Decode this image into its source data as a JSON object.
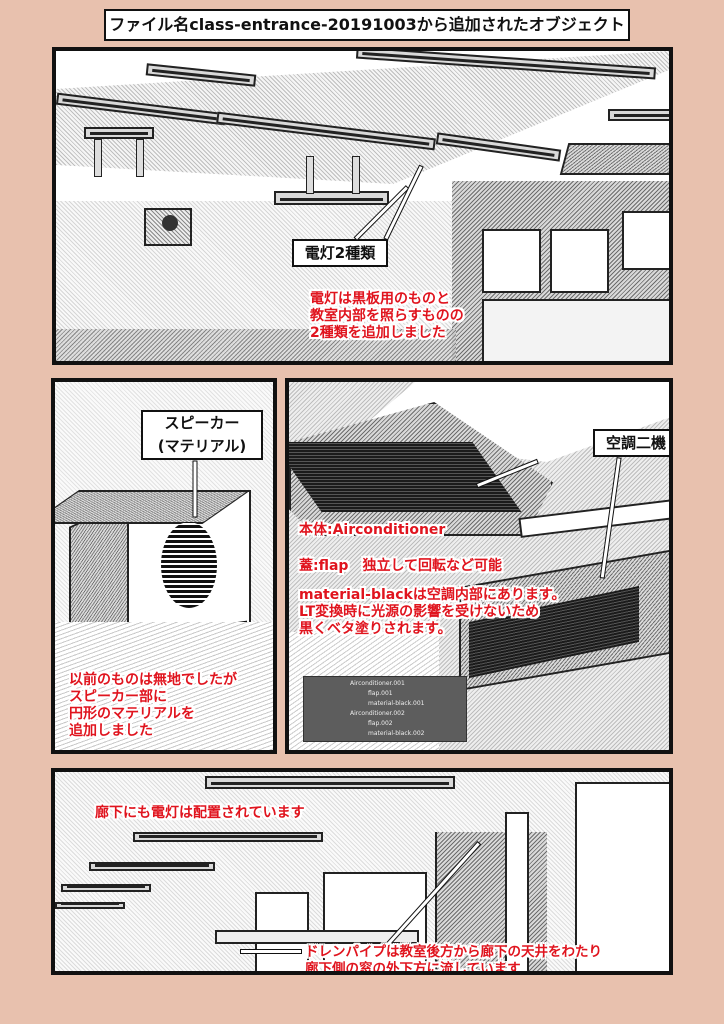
{
  "title": "ファイル名class-entrance-20191003から追加されたオブジェクト",
  "panel1": {
    "label": "電灯2種類",
    "note": [
      "電灯は黒板用のものと",
      "教室内部を照らすものの",
      "2種類を追加しました"
    ]
  },
  "panel2": {
    "label_line1": "スピーカー",
    "label_line2": "(マテリアル)",
    "note": [
      "以前のものは無地でしたが",
      "スピーカー部に",
      "円形のマテリアルを",
      "追加しました"
    ]
  },
  "panel3": {
    "label": "空調二機",
    "note_body": "本体:Airconditioner",
    "note_flap": "蓋:flap　独立して回転など可能",
    "note_material": [
      "material-blackは空調内部にあります。",
      "LT変換時に光源の影響を受けないため",
      "黒くベタ塗りされます。"
    ],
    "outliner": [
      {
        "name": "Airconditioner.001",
        "indent": 0
      },
      {
        "name": "flap.001",
        "indent": 1
      },
      {
        "name": "material-black.001",
        "indent": 1
      },
      {
        "name": "Airconditioner.002",
        "indent": 0
      },
      {
        "name": "flap.002",
        "indent": 1
      },
      {
        "name": "material-black.002",
        "indent": 1
      }
    ]
  },
  "panel4": {
    "note_lights": "廊下にも電灯は配置されています",
    "note_drain": [
      "ドレンパイプは教室後方から廊下の天井をわたり",
      "廊下側の窓の外下方に流しています"
    ]
  },
  "colors": {
    "background": "#e8c1ae",
    "annotation": "#e0141e",
    "border": "#111111"
  }
}
